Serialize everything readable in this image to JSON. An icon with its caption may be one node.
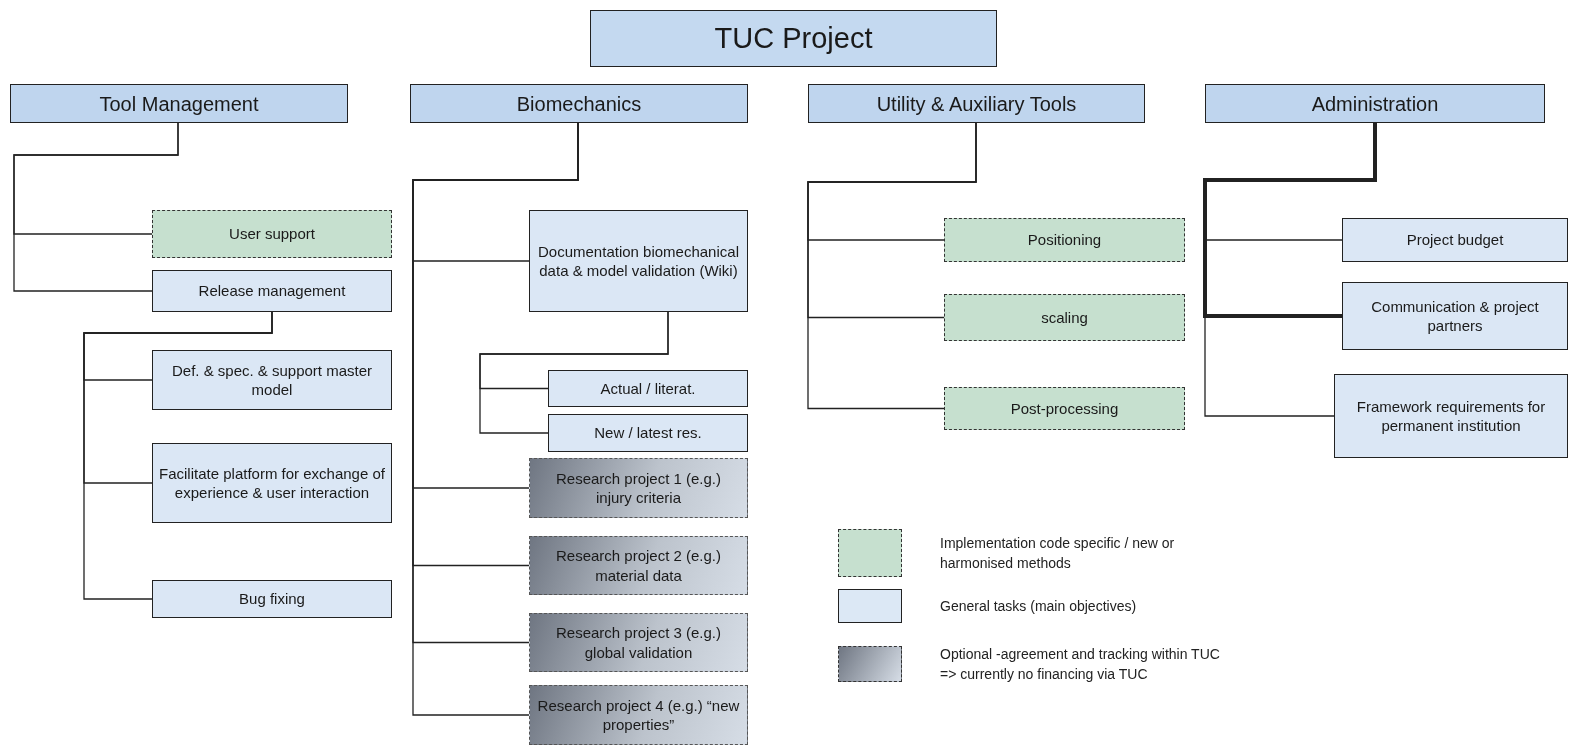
{
  "diagram": {
    "nodes": [
      {
        "text": [
          "TUC Project"
        ]
      },
      {
        "text": [
          "Tool Management"
        ]
      },
      {
        "text": [
          "Biomechanics"
        ]
      },
      {
        "text": [
          "Utility & Auxiliary Tools"
        ]
      },
      {
        "text": [
          "Administration"
        ]
      },
      {
        "text": [
          "User support"
        ]
      },
      {
        "text": [
          "Release management"
        ]
      },
      {
        "text": [
          "Def. & spec. & support master model"
        ]
      },
      {
        "text": [
          "Facilitate platform for exchange of experience & user interaction"
        ]
      },
      {
        "text": [
          "Bug fixing"
        ]
      },
      {
        "text": [
          "Documentation biomechanical data & model validation (Wiki)"
        ]
      },
      {
        "text": [
          "Actual / literat."
        ]
      },
      {
        "text": [
          "New / latest res."
        ]
      },
      {
        "text": [
          "Research project 1 (e.g.) injury criteria"
        ]
      },
      {
        "text": [
          "Research project 2 (e.g.) material data"
        ]
      },
      {
        "text": [
          "Research project 3 (e.g.) global validation"
        ]
      },
      {
        "text": [
          "Research project 4 (e.g.) “new properties”"
        ]
      },
      {
        "text": [
          "Positioning"
        ]
      },
      {
        "text": [
          "scaling"
        ]
      },
      {
        "text": [
          "Post-processing"
        ]
      },
      {
        "text": [
          "Project budget"
        ]
      },
      {
        "text": [
          "Communication & project partners"
        ]
      },
      {
        "text": [
          "Framework requirements for permanent institution"
        ]
      }
    ],
    "edges": [
      {
        "from": 1,
        "to": 5,
        "arrow": "none"
      },
      {
        "from": 1,
        "to": 6,
        "arrow": "none"
      },
      {
        "from": 6,
        "to": 7,
        "arrow": "none"
      },
      {
        "from": 6,
        "to": 8,
        "arrow": "none"
      },
      {
        "from": 6,
        "to": 9,
        "arrow": "none"
      },
      {
        "from": 2,
        "to": 10,
        "arrow": "none"
      },
      {
        "from": 10,
        "to": 11,
        "arrow": "none"
      },
      {
        "from": 10,
        "to": 12,
        "arrow": "none"
      },
      {
        "from": 2,
        "to": 13,
        "arrow": "none"
      },
      {
        "from": 2,
        "to": 14,
        "arrow": "none"
      },
      {
        "from": 2,
        "to": 15,
        "arrow": "none"
      },
      {
        "from": 2,
        "to": 16,
        "arrow": "none"
      },
      {
        "from": 3,
        "to": 17,
        "arrow": "none"
      },
      {
        "from": 3,
        "to": 18,
        "arrow": "none"
      },
      {
        "from": 3,
        "to": 19,
        "arrow": "none"
      },
      {
        "from": 4,
        "to": 20,
        "arrow": "none"
      },
      {
        "from": 4,
        "to": 21,
        "arrow": "none",
        "style": "thick"
      },
      {
        "from": 4,
        "to": 22,
        "arrow": "none"
      }
    ],
    "legend": [
      {
        "text": "Implementation code specific / new or harmonised methods",
        "color": "#c6e0cf"
      },
      {
        "text": "General tasks (main objectives)",
        "color": "#dce8f5"
      },
      {
        "text": "Optional -agreement and tracking within TUC => currently no financing via TUC"
      }
    ]
  }
}
